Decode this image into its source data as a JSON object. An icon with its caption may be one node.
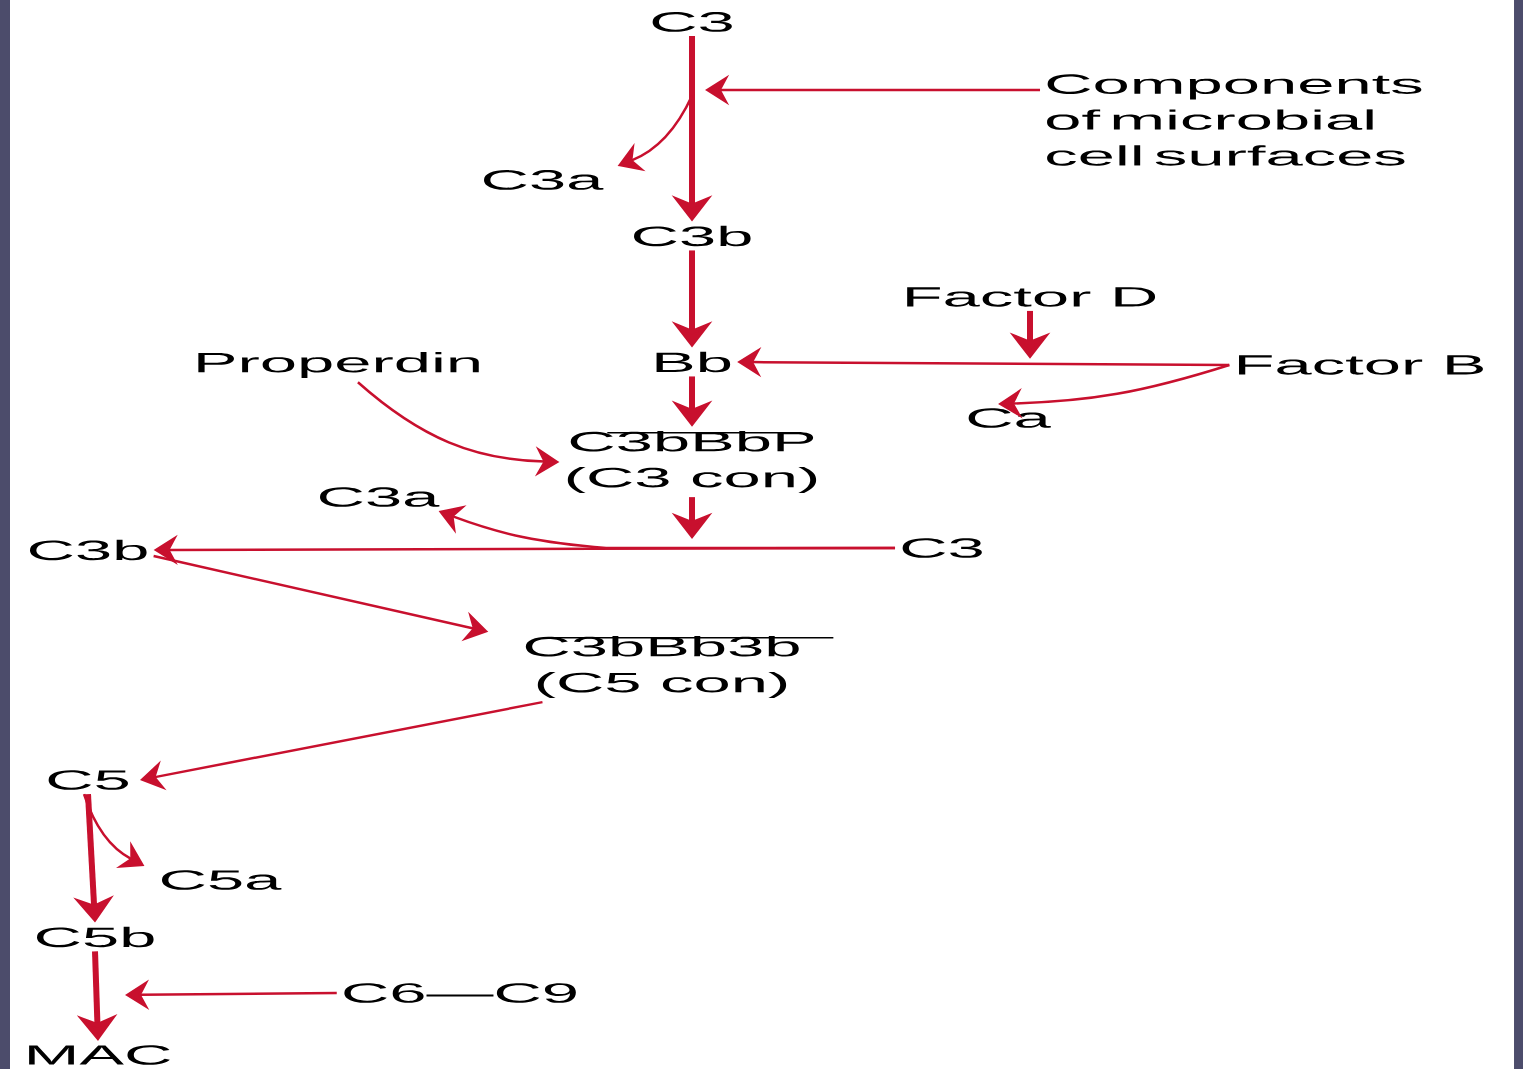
{
  "diagram": {
    "nodes": [
      {
        "text": [
          "C3"
        ]
      },
      {
        "text": [
          "Components of microbial cell surfaces"
        ]
      },
      {
        "text": [
          "C3a"
        ]
      },
      {
        "text": [
          "C3b"
        ]
      },
      {
        "text": [
          "Factor D"
        ]
      },
      {
        "text": [
          "Properdin"
        ]
      },
      {
        "text": [
          "Bb"
        ]
      },
      {
        "text": [
          "Factor B"
        ]
      },
      {
        "text": [
          "Ca"
        ]
      },
      {
        "text": [
          "C3bBbP",
          "(C3 con)"
        ]
      },
      {
        "text": [
          "C3a"
        ]
      },
      {
        "text": [
          "C3b"
        ]
      },
      {
        "text": [
          "C3"
        ]
      },
      {
        "text": [
          "C3bBb3b",
          "(C5 con)"
        ]
      },
      {
        "text": [
          "C5"
        ]
      },
      {
        "text": [
          "C5a"
        ]
      },
      {
        "text": [
          "C5b"
        ]
      },
      {
        "text": [
          "C6—C9"
        ]
      },
      {
        "text": [
          "MAC"
        ]
      }
    ],
    "edges": [
      {
        "from": 0,
        "to": 3,
        "arrow": "to",
        "style": "thick"
      },
      {
        "from": 1,
        "to": null,
        "arrow": "to"
      },
      {
        "from": 0,
        "to": 2,
        "arrow": "to"
      },
      {
        "from": 3,
        "to": 6,
        "arrow": "to",
        "style": "thick"
      },
      {
        "from": 4,
        "to": null,
        "arrow": "to",
        "style": "thick"
      },
      {
        "from": 7,
        "to": 6,
        "arrow": "to"
      },
      {
        "from": 7,
        "to": 8,
        "arrow": "to"
      },
      {
        "from": 5,
        "to": 9,
        "arrow": "to"
      },
      {
        "from": 6,
        "to": 9,
        "arrow": "to",
        "style": "thick"
      },
      {
        "from": 9,
        "to": null,
        "arrow": "to",
        "style": "thick"
      },
      {
        "from": 12,
        "to": 11,
        "arrow": "to"
      },
      {
        "from": 12,
        "to": 10,
        "arrow": "to"
      },
      {
        "from": 11,
        "to": 13,
        "arrow": "to"
      },
      {
        "from": 13,
        "to": 14,
        "arrow": "to"
      },
      {
        "from": 14,
        "to": 16,
        "arrow": "to",
        "style": "thick"
      },
      {
        "from": 14,
        "to": 15,
        "arrow": "to"
      },
      {
        "from": 16,
        "to": 18,
        "arrow": "to",
        "style": "thick"
      },
      {
        "from": 17,
        "to": null,
        "arrow": "to"
      }
    ]
  }
}
